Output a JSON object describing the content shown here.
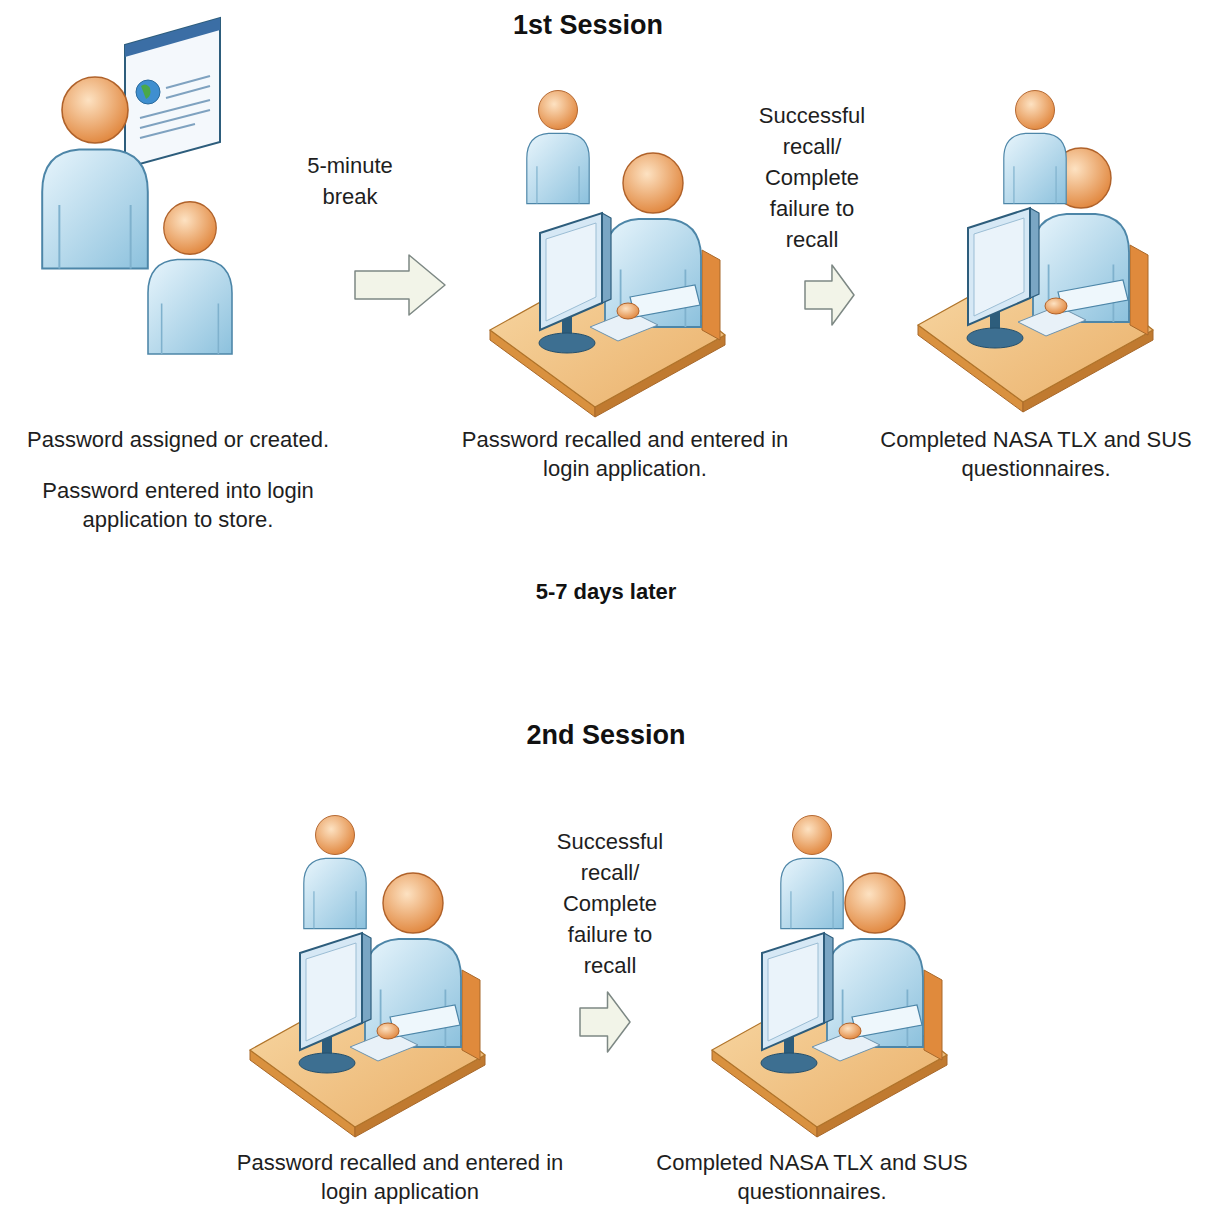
{
  "diagram": {
    "nodes": [
      {
        "text": [
          "Password assigned or created.",
          "Password entered into login application to store."
        ]
      },
      {
        "text": [
          "Password recalled and entered in login application."
        ]
      },
      {
        "text": [
          "Completed NASA TLX and SUS questionnaires."
        ]
      },
      {
        "text": [
          "Password recalled and entered in login application"
        ]
      },
      {
        "text": [
          "Completed NASA TLX and SUS questionnaires."
        ]
      }
    ],
    "edges": [
      {
        "from": 0,
        "to": 1,
        "arrow": "to",
        "label": "5-minute break"
      },
      {
        "from": 1,
        "to": 2,
        "arrow": "to",
        "label": "Successful recall/ Complete failure to recall"
      },
      {
        "from": 3,
        "to": 4,
        "arrow": "to",
        "label": "Successful recall/ Complete failure to recall"
      }
    ],
    "labels": [
      "1st Session",
      "5-7 days later",
      "2nd Session"
    ]
  }
}
